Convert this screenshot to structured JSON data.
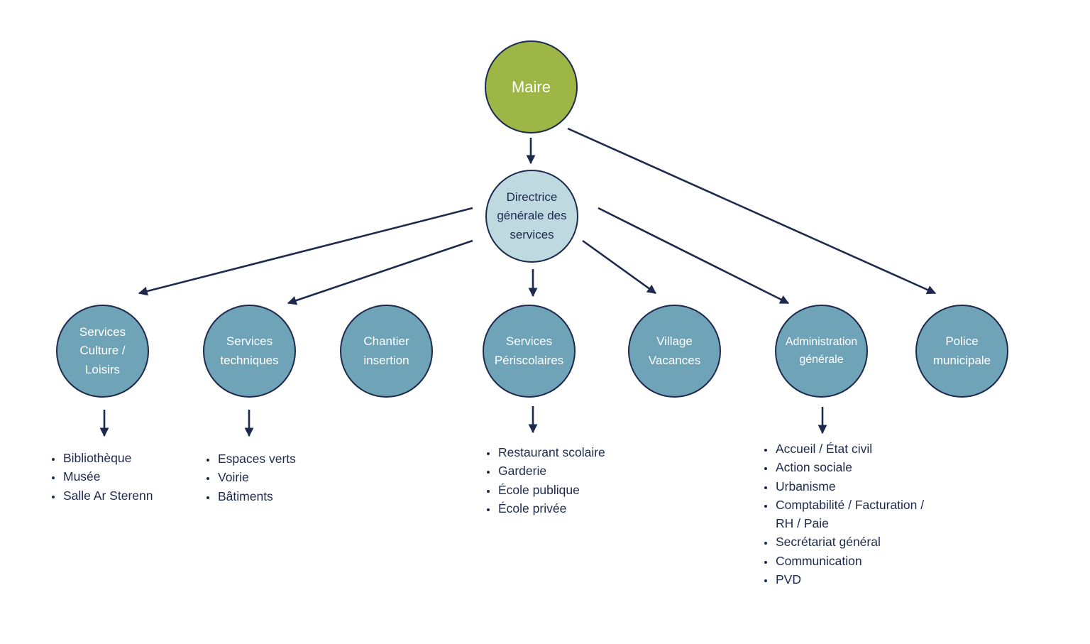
{
  "nodes": {
    "maire": "Maire",
    "dgs": "Directrice générale des services",
    "culture": "Services Culture / Loisirs",
    "techniques": "Services techniques",
    "chantier": "Chantier insertion",
    "periscolaires": "Services Périscolaires",
    "village": "Village Vacances",
    "administration": "Administration générale",
    "police": "Police municipale"
  },
  "lists": {
    "culture": [
      "Bibliothèque",
      "Musée",
      "Salle Ar Sterenn"
    ],
    "techniques": [
      "Espaces verts",
      "Voirie",
      "Bâtiments"
    ],
    "periscolaires": [
      "Restaurant scolaire",
      "Garderie",
      "École publique",
      "École privée"
    ],
    "administration": [
      "Accueil / État civil",
      "Action sociale",
      "Urbanisme",
      "Comptabilité / Facturation / RH / Paie",
      "Secrétariat général",
      "Communication",
      "PVD"
    ]
  },
  "colors": {
    "mayor": "#9eb646",
    "director": "#bfd9e0",
    "service": "#6fa4b8",
    "line": "#1d2a4d"
  }
}
